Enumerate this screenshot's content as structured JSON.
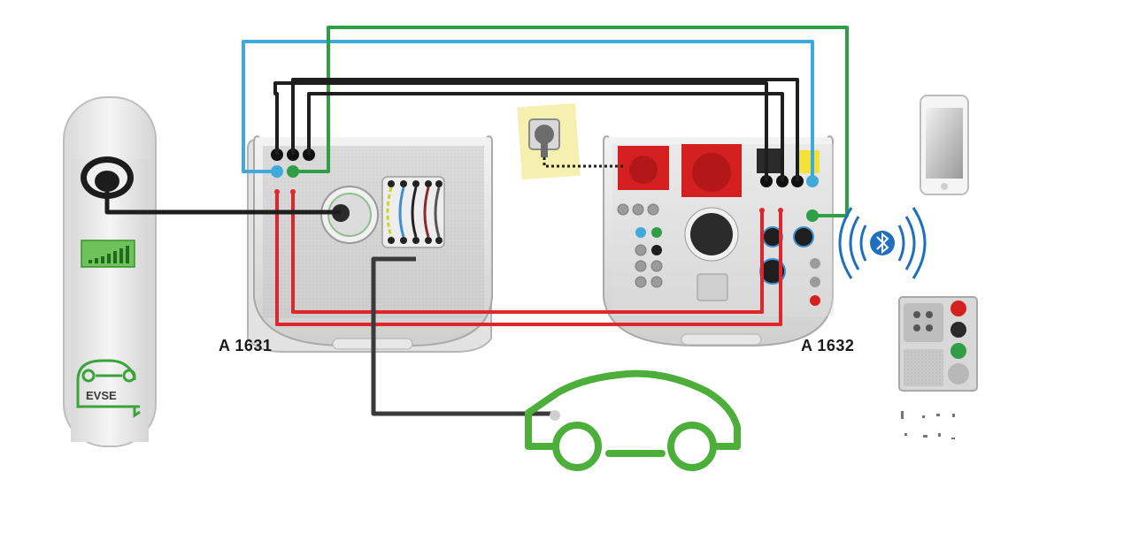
{
  "labels": {
    "instrument_left": "A 1631",
    "instrument_right": "A 1632",
    "charger": "EVSE"
  },
  "cable_colors": {
    "blue": "#3fa9dc",
    "green": "#2f9e44",
    "black": "#1e1e1e",
    "red": "#e0262b",
    "dark_gray": "#3a3a3a"
  },
  "accent_colors": {
    "evse_green": "#3aa33a",
    "car_outline": "#4caf3a",
    "bluetooth": "#1f6fbf",
    "socket_red": "#d42020",
    "highlight_yellow": "#f6e27a"
  },
  "icons": [
    "evse-station-icon",
    "car-outline-icon",
    "phone-icon",
    "bluetooth-icon",
    "wall-socket-icon",
    "adapter-box-icon"
  ]
}
